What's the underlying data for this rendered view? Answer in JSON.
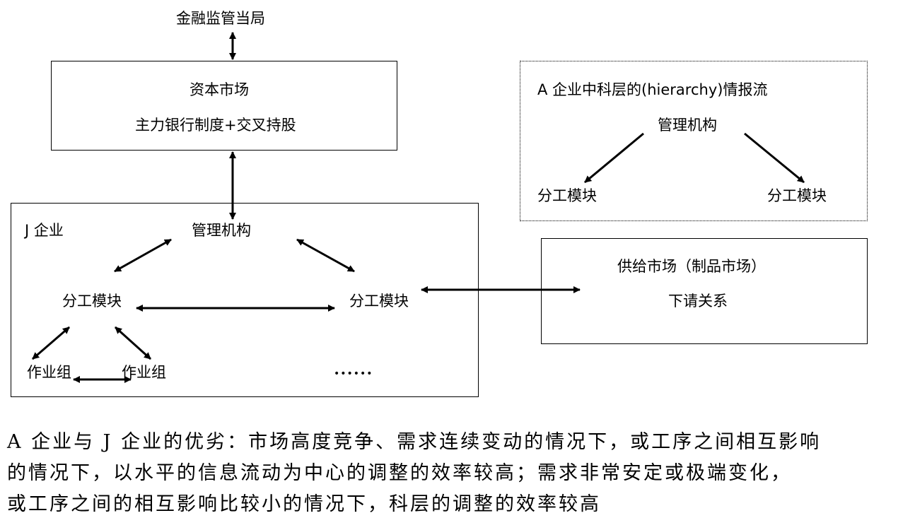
{
  "regulator": "金融监管当局",
  "capital_market": {
    "title": "资本市场",
    "subtitle": "主力银行制度+交叉持股"
  },
  "j_firm": {
    "label": "J 企业",
    "mgmt": "管理机构",
    "module_left": "分工模块",
    "module_right": "分工模块",
    "group_left": "作业组",
    "group_right": "作业组",
    "ellipsis": "••••••"
  },
  "a_firm": {
    "title": "A 企业中科层的(hierarchy)情报流",
    "mgmt": "管理机构",
    "module_left": "分工模块",
    "module_right": "分工模块"
  },
  "supply_market": {
    "title": "供给市场（制品市场）",
    "subtitle": "下请关系"
  },
  "caption": {
    "line1": "A 企业与 J 企业的优劣：市场高度竞争、需求连续变动的情况下，或工序之间相互影响",
    "line2": "的情况下，以水平的信息流动为中心的调整的效率较高；需求非常安定或极端变化，",
    "line3": "或工序之间的相互影响比较小的情况下，科层的调整的效率较高"
  }
}
